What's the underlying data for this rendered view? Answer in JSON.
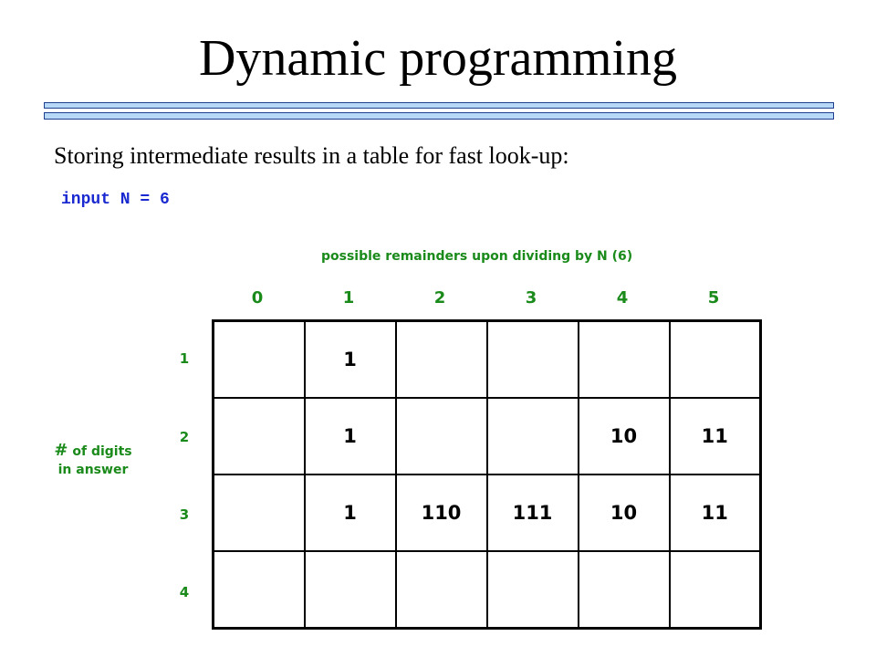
{
  "slide": {
    "title": "Dynamic programming",
    "subtitle": "Storing intermediate results in a table for fast look-up:",
    "input_line": "input N = 6"
  },
  "table": {
    "column_caption": "possible remainders upon dividing by N (6)",
    "row_caption_hash": "#",
    "row_caption_line1": "of digits",
    "row_caption_line2": "in answer",
    "column_headers": [
      "0",
      "1",
      "2",
      "3",
      "4",
      "5"
    ],
    "row_headers": [
      "1",
      "2",
      "3",
      "4"
    ],
    "rows": [
      [
        "",
        "1",
        "",
        "",
        "",
        ""
      ],
      [
        "",
        "1",
        "",
        "",
        "10",
        "11"
      ],
      [
        "",
        "1",
        "110",
        "111",
        "10",
        "11"
      ],
      [
        "",
        "",
        "",
        "",
        "",
        ""
      ]
    ]
  },
  "colors": {
    "label_green": "#1a8a1a",
    "code_blue": "#1a2ad0",
    "rule_fill": "#b8d8f8",
    "rule_border": "#1f3f8f"
  }
}
